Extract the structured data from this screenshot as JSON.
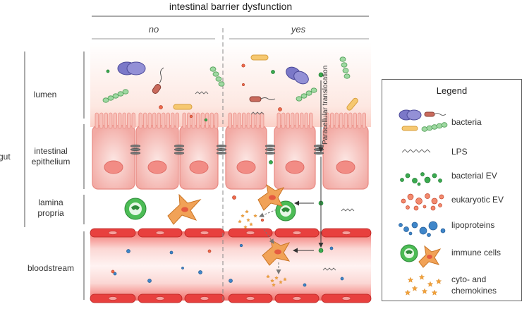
{
  "header": {
    "title": "intestinal barrier dysfunction",
    "col_no": "no",
    "col_yes": "yes"
  },
  "side": {
    "group_label": "gut",
    "lumen": "lumen",
    "epithelium_line1": "intestinal",
    "epithelium_line2": "epithelium",
    "lamina_line1": "lamina",
    "lamina_line2": "propria",
    "bloodstream": "bloodstream"
  },
  "annotations": {
    "paracellular": "Paracellular translocation"
  },
  "legend": {
    "title": "Legend",
    "items": [
      {
        "label": "bacteria"
      },
      {
        "label": "LPS"
      },
      {
        "label": "bacterial EV"
      },
      {
        "label": "eukaryotic EV"
      },
      {
        "label": "lipoproteins"
      },
      {
        "label": "immune cells"
      },
      {
        "label": "cyto- and",
        "label2": "chemokines"
      }
    ]
  },
  "colors": {
    "epithelium": "#f4b3ae",
    "blood": "#f48f8a",
    "vessel_wall": "#e23b3b",
    "bacteria_purple": "#7a76c4",
    "bacteria_green": "#9fd9a2",
    "bacterial_ev": "#3aaa4f",
    "eukaryotic_ev": "#ef6a4a",
    "lipoprotein": "#3f86c9",
    "immune_green": "#4cbc55",
    "macrophage_orange": "#f1a257",
    "cytokine": "#f2a23a"
  }
}
